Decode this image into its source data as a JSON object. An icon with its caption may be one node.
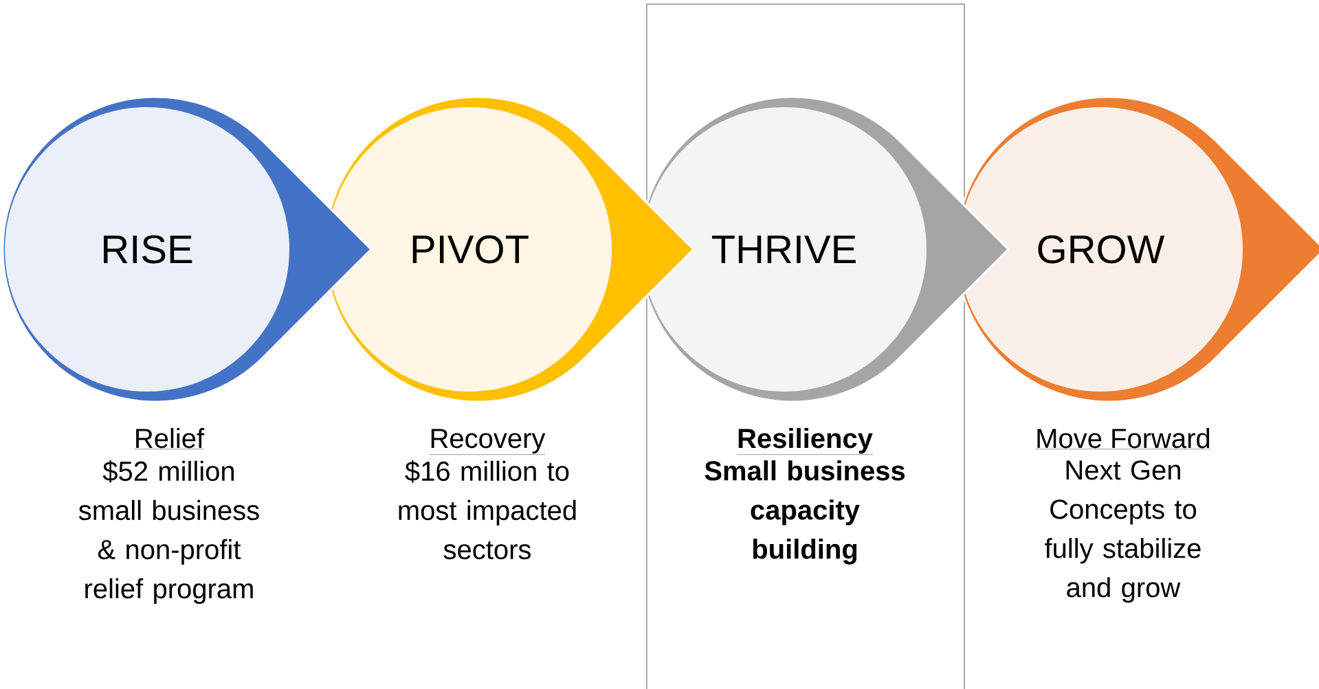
{
  "diagram": {
    "nodes": [
      {
        "text": [
          "RISE"
        ],
        "beside": [
          "Relief",
          "$52 million small business & non-profit relief program"
        ]
      },
      {
        "text": [
          "PIVOT"
        ],
        "beside": [
          "Recovery",
          "$16 million to most impacted sectors"
        ]
      },
      {
        "text": [
          "THRIVE"
        ],
        "beside": [
          "Resiliency",
          "Small business capacity building"
        ]
      },
      {
        "text": [
          "GROW"
        ],
        "beside": [
          "Move Forward",
          "Next Gen Concepts to fully stabilize and grow"
        ]
      }
    ]
  }
}
